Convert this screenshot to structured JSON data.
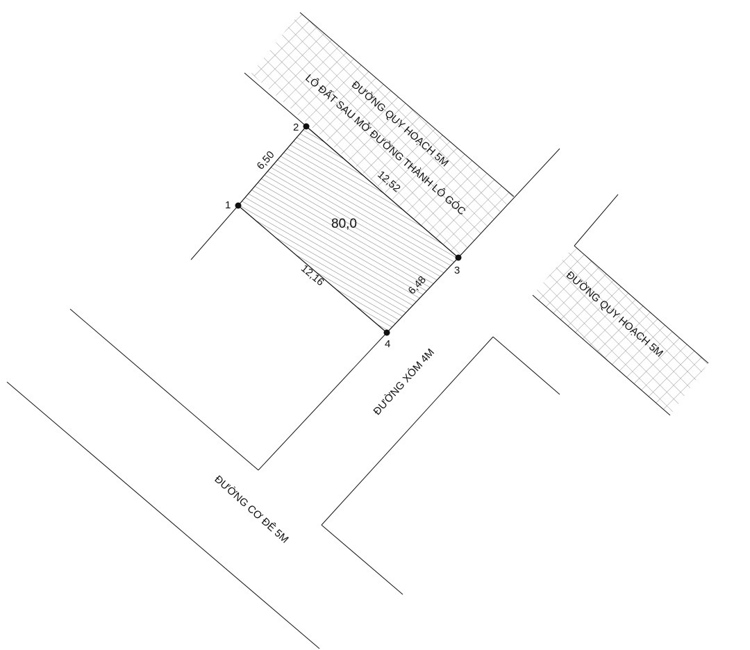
{
  "colors": {
    "line": "#111111",
    "hatch": "#6a6a6a",
    "crosshatch": "#9a9a9a",
    "background": "#ffffff"
  },
  "plot": {
    "area": "80,0",
    "points": [
      "1",
      "2",
      "3",
      "4"
    ],
    "edges": {
      "side_1_2": "6,50",
      "side_2_3": "12,52",
      "side_3_4": "6,48",
      "side_4_1": "12,16"
    }
  },
  "roads": {
    "planned_upper": "ĐƯỜNG QUY HOẠCH 5M",
    "corner_note": "LÔ ĐẤT SAU MỞ ĐƯỜNG THÀNH LÔ GÓC",
    "planned_right": "ĐƯỜNG QUY HOẠCH 5M",
    "alley": "ĐƯỜNG XÓM 4M",
    "dike": "ĐƯỜNG CƠ ĐÊ 5M"
  }
}
